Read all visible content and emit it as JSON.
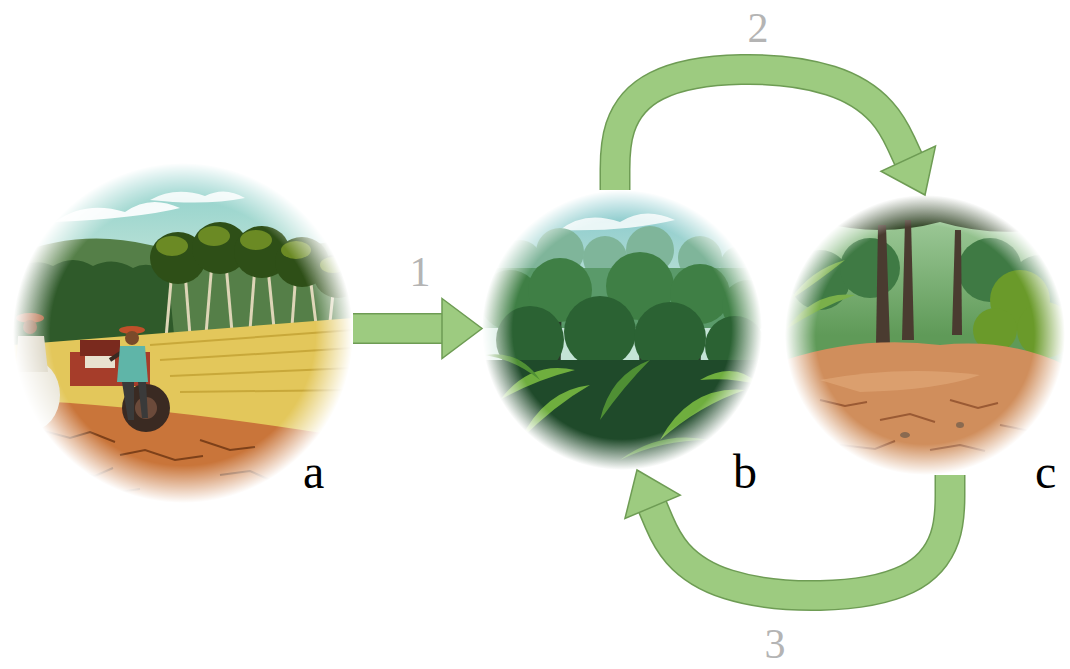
{
  "diagram": {
    "nodes": [
      {
        "text": [
          "a"
        ]
      },
      {
        "text": [
          "b"
        ]
      },
      {
        "text": [
          "c"
        ]
      }
    ],
    "edges": [
      {
        "from": 0,
        "to": 1,
        "arrow": "to",
        "label": "1"
      },
      {
        "from": 1,
        "to": 2,
        "arrow": "to",
        "label": "2"
      },
      {
        "from": 2,
        "to": 1,
        "arrow": "to",
        "label": "3"
      }
    ]
  }
}
